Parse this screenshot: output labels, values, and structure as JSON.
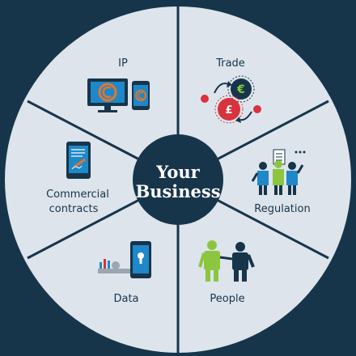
{
  "center": {
    "line1": "Your",
    "line2": "Business"
  },
  "segments": [
    {
      "key": "ip",
      "label_lines": [
        "IP"
      ],
      "icon": "copyright-screens-icon"
    },
    {
      "key": "trade",
      "label_lines": [
        "Trade"
      ],
      "icon": "currency-exchange-icon"
    },
    {
      "key": "regulation",
      "label_lines": [
        "Regulation"
      ],
      "icon": "people-presenting-icon"
    },
    {
      "key": "people",
      "label_lines": [
        "People"
      ],
      "icon": "two-people-icon"
    },
    {
      "key": "data",
      "label_lines": [
        "Data"
      ],
      "icon": "key-phone-lock-icon"
    },
    {
      "key": "commercial",
      "label_lines": [
        "Commercial",
        "contracts"
      ],
      "icon": "tablet-signature-icon"
    }
  ],
  "colors": {
    "background": "#17354a",
    "wedge": "#dde4ec",
    "divider": "#17354a",
    "center": "#17354a",
    "accent_blue": "#1e88c9",
    "accent_orange": "#e2762c",
    "accent_red": "#d8323f",
    "accent_green": "#8cc63f",
    "dark_navy": "#1d3b56"
  }
}
